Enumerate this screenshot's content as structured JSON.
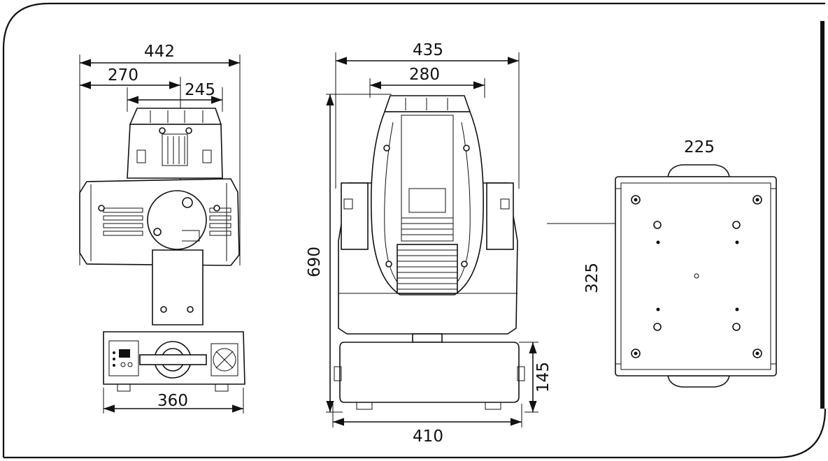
{
  "dimensions": {
    "side_total_width": "442",
    "side_head_offset": "270",
    "side_head_width": "245",
    "side_base_width": "360",
    "front_total_width": "435",
    "front_head_width": "280",
    "front_total_height": "690",
    "front_base_height": "145",
    "front_base_width": "410",
    "bottom_width": "225",
    "bottom_depth": "325"
  },
  "colors": {
    "line": "#111111",
    "background": "#ffffff"
  }
}
